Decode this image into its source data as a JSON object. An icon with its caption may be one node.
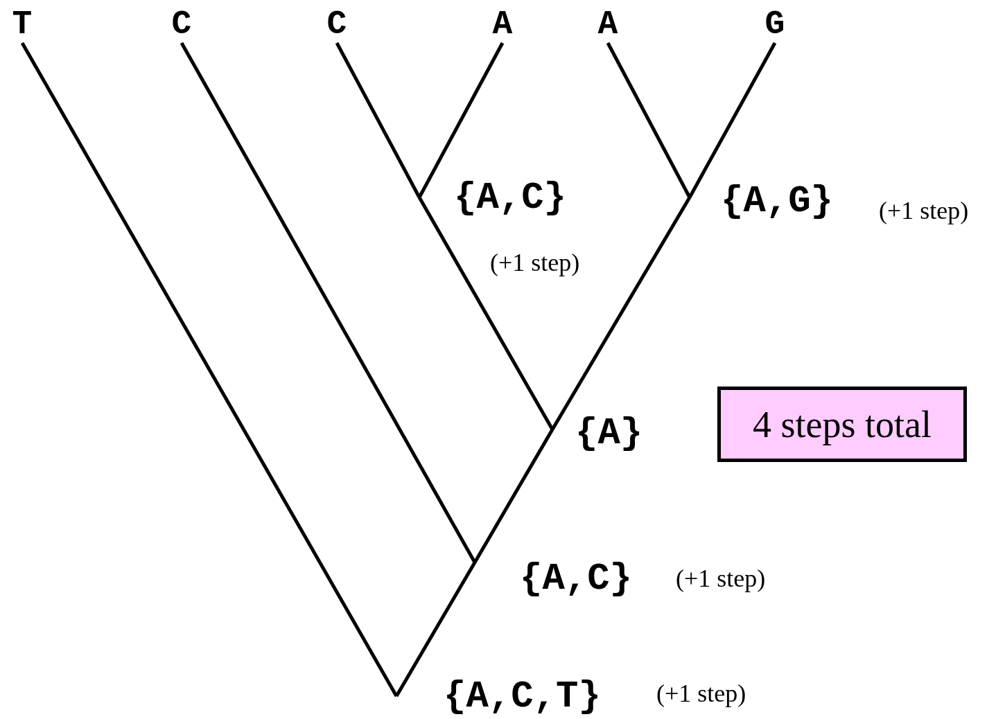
{
  "diagram": {
    "nodes": [
      {
        "text": [
          "T"
        ]
      },
      {
        "text": [
          "C"
        ]
      },
      {
        "text": [
          "C"
        ]
      },
      {
        "text": [
          "A"
        ]
      },
      {
        "text": [
          "A"
        ]
      },
      {
        "text": [
          "G"
        ]
      },
      {
        "text": [
          "{A,C}"
        ],
        "beside": [
          "(+1 step)"
        ]
      },
      {
        "text": [
          "{A,G}"
        ],
        "beside": [
          "(+1 step)"
        ]
      },
      {
        "text": [
          "{A}"
        ]
      },
      {
        "text": [
          "{A,C}"
        ],
        "beside": [
          "(+1 step)"
        ]
      },
      {
        "text": [
          "{A,C,T}"
        ],
        "beside": [
          "(+1 step)"
        ]
      },
      {
        "text": [
          "4 steps total"
        ]
      }
    ],
    "edges": [
      {
        "from": 6,
        "to": 2,
        "arrow": "none"
      },
      {
        "from": 6,
        "to": 3,
        "arrow": "none"
      },
      {
        "from": 7,
        "to": 4,
        "arrow": "none"
      },
      {
        "from": 7,
        "to": 5,
        "arrow": "none"
      },
      {
        "from": 8,
        "to": 6,
        "arrow": "none"
      },
      {
        "from": 8,
        "to": 7,
        "arrow": "none"
      },
      {
        "from": 9,
        "to": 1,
        "arrow": "none"
      },
      {
        "from": 9,
        "to": 8,
        "arrow": "none"
      },
      {
        "from": 10,
        "to": 0,
        "arrow": "none"
      },
      {
        "from": 10,
        "to": 9,
        "arrow": "none"
      }
    ]
  }
}
